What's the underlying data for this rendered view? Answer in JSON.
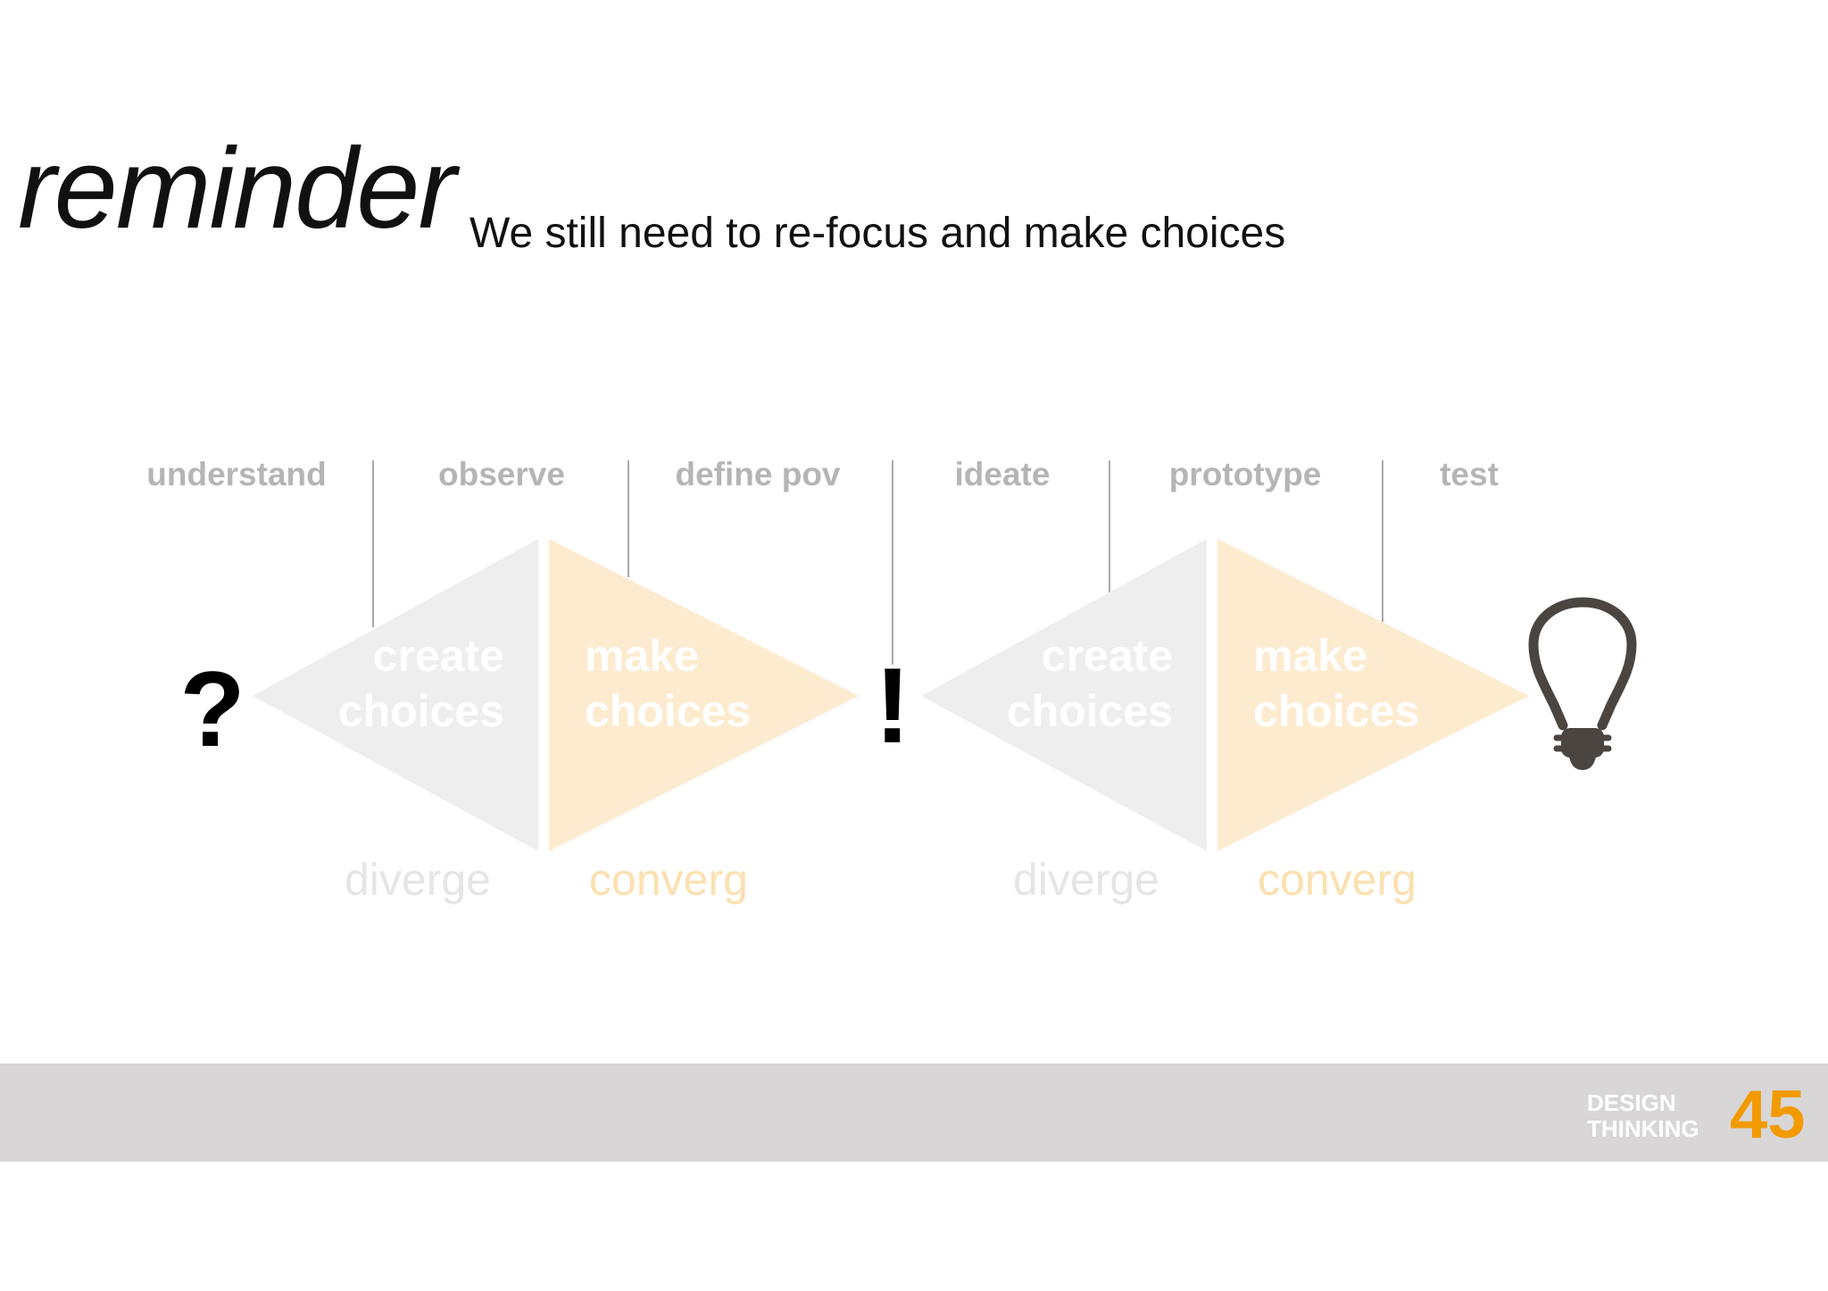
{
  "slide": {
    "title": "reminder",
    "subtitle": "We still need to re-focus and make choices"
  },
  "stages": [
    "understand",
    "observe",
    "define pov",
    "ideate",
    "prototype",
    "test"
  ],
  "start_symbol": "?",
  "mid_symbol": "!",
  "end_icon": "lightbulb-icon",
  "phases": [
    {
      "diverge": {
        "line1": "create",
        "line2": "choices",
        "below": "diverge"
      },
      "converge": {
        "line1": "make",
        "line2": "choices",
        "below": "converg"
      }
    },
    {
      "diverge": {
        "line1": "create",
        "line2": "choices",
        "below": "diverge"
      },
      "converge": {
        "line1": "make",
        "line2": "choices",
        "below": "converg"
      }
    }
  ],
  "colors": {
    "diverge_fill": "#efeeef",
    "converge_fill": "#fdebcf",
    "diverge_text": "#e6e5e6",
    "converge_text": "#fbe0b0",
    "stage_text": "#b5b5b5",
    "accent": "#f29a00",
    "footer_bg": "#d8d6d7",
    "bulb": "#4a4541"
  },
  "footer": {
    "brand_line1": "DESIGN",
    "brand_line2": "THINKING",
    "page_number": "45"
  }
}
